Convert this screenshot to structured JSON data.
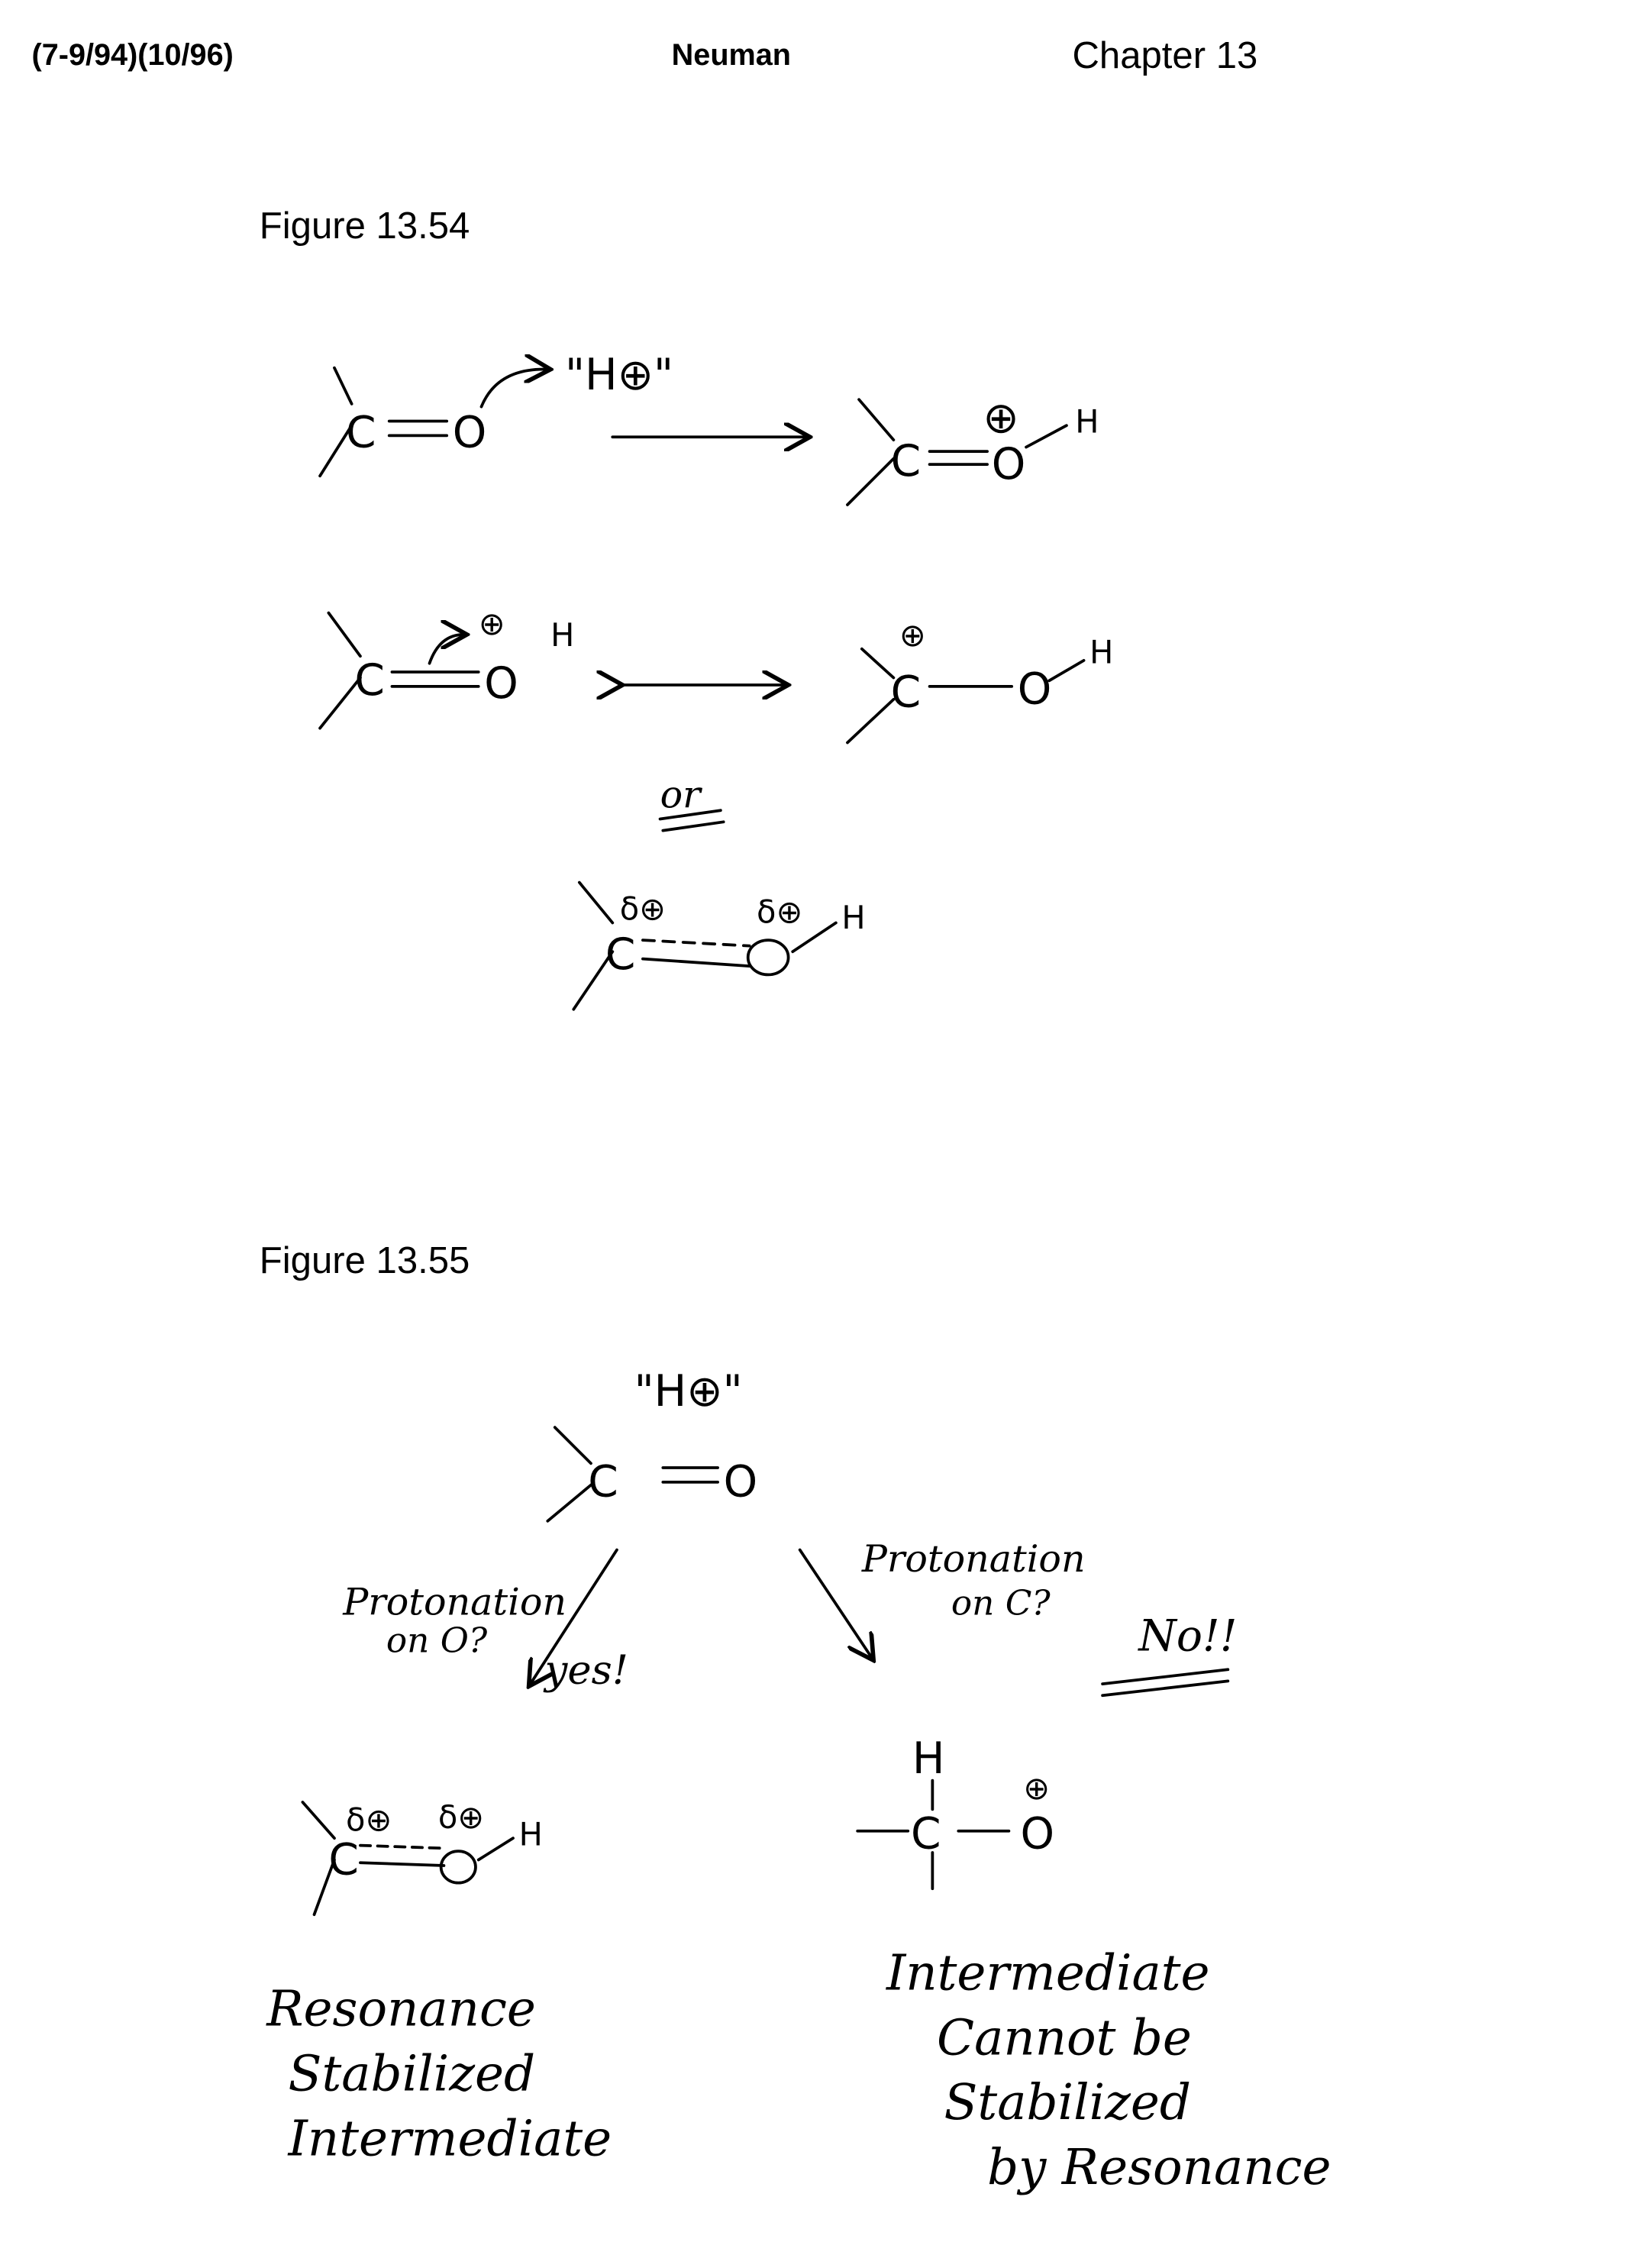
{
  "header": {
    "dates": "(7-9/94)(10/96)",
    "author": "Neuman",
    "chapter": "Chapter 13"
  },
  "figures": [
    {
      "title": "Figure 13.54",
      "labels": {
        "proton": "\"H⊕\"",
        "c": "C",
        "o": "O",
        "h": "H",
        "plus": "⊕",
        "delta_plus": "δ⊕",
        "or": "or"
      }
    },
    {
      "title": "Figure 13.55",
      "labels": {
        "proton": "\"H⊕\"",
        "c": "C",
        "o": "O",
        "h": "H",
        "plus": "⊕",
        "delta_plus": "δ⊕"
      },
      "left_path": {
        "question_line1": "Protonation",
        "question_line2": "on O?",
        "answer": "yes!",
        "caption": [
          "Resonance",
          "Stabilized",
          "Intermediate"
        ]
      },
      "right_path": {
        "question_line1": "Protonation",
        "question_line2": "on C?",
        "answer": "No!!",
        "caption": [
          "Intermediate",
          "Cannot be",
          "Stabilized",
          "by Resonance"
        ]
      }
    }
  ]
}
